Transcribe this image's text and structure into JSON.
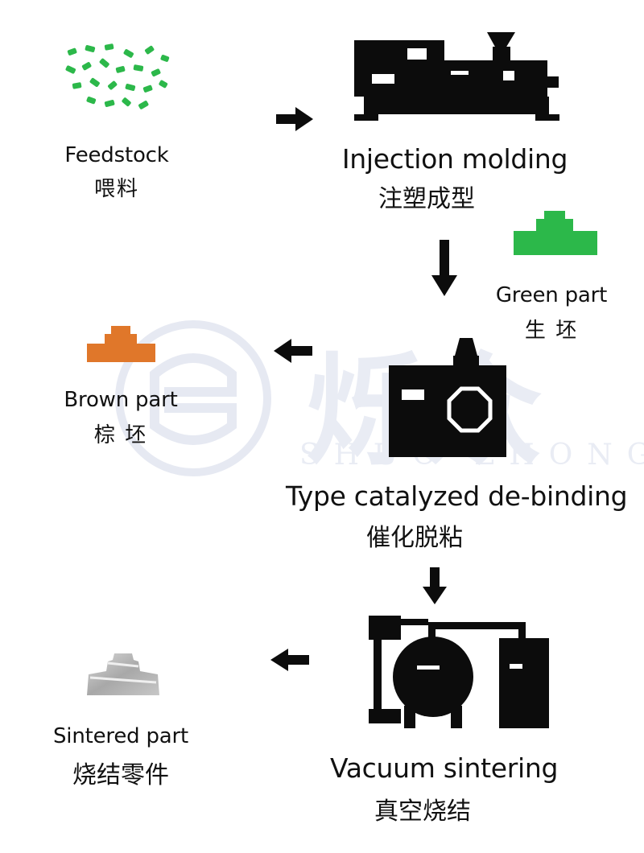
{
  "watermark": {
    "logo_text": "烁众",
    "latin_text": "SHUO ZHONG"
  },
  "steps": {
    "feedstock": {
      "en": "Feedstock",
      "zh": "喂料"
    },
    "injection": {
      "en": "Injection molding",
      "zh": "注塑成型"
    },
    "green": {
      "en": "Green part",
      "zh": "生 坯"
    },
    "debinding": {
      "en": "Type catalyzed de-binding",
      "zh": "催化脱粘"
    },
    "brown": {
      "en": "Brown part",
      "zh": "棕 坯"
    },
    "sintering": {
      "en": "Vacuum sintering",
      "zh": "真空烧结"
    },
    "sintered": {
      "en": "Sintered part",
      "zh": "烧结零件"
    }
  },
  "colors": {
    "green": "#2cb84a",
    "brown": "#e0772a",
    "silver": "#b9b9b9",
    "black": "#0c0c0c",
    "watermark": "#e6e9f2"
  },
  "icons": {
    "feedstock": "pellets-icon",
    "injection": "injection-machine-icon",
    "green": "green-part-icon",
    "debinding": "debinding-oven-icon",
    "brown": "brown-part-icon",
    "sintering": "vacuum-furnace-icon",
    "sintered": "sintered-part-icon"
  }
}
